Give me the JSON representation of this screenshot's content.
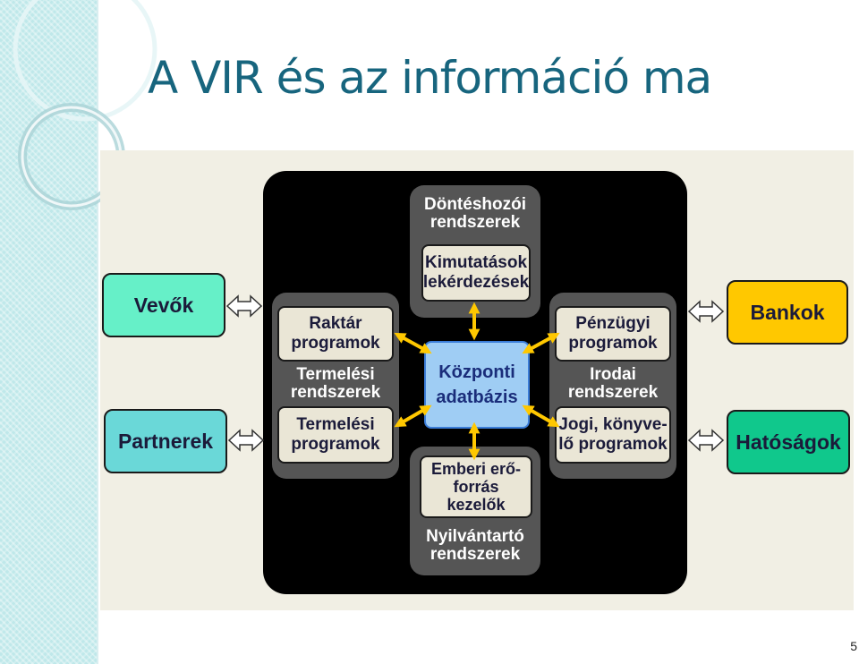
{
  "slide": {
    "title": "A VIR és az információ ma",
    "page_number": "5"
  },
  "diagram": {
    "center": "Központi\nadatbázis",
    "top": {
      "system": "Döntéshozói\nrendszerek",
      "program": "Kimutatások\nlekérdezések"
    },
    "left": {
      "system": "Termelési\nrendszerek",
      "program_top": "Raktár\nprogramok",
      "program_bottom": "Termelési\nprogramok"
    },
    "right": {
      "system": "Irodai\nrendszerek",
      "program_top": "Pénzügyi\nprogramok",
      "program_bottom": "Jogi, könyve-\nlő programok"
    },
    "bottom": {
      "system": "Nyilvántartó\nrendszerek",
      "program": "Emberi erő-\nforrás\nkezelők"
    },
    "external": {
      "vevok": {
        "label": "Vevők",
        "color": "#66f0c8"
      },
      "partnerek": {
        "label": "Partnerek",
        "color": "#6ad8d8"
      },
      "bankok": {
        "label": "Bankok",
        "color": "#ffc800"
      },
      "hatosagok": {
        "label": "Hatóságok",
        "color": "#10c88c"
      }
    },
    "colors": {
      "arrow": "#ffc800",
      "center_fill": "#9fcdf4",
      "panel": "#555555",
      "box": "#eae6d6"
    }
  }
}
